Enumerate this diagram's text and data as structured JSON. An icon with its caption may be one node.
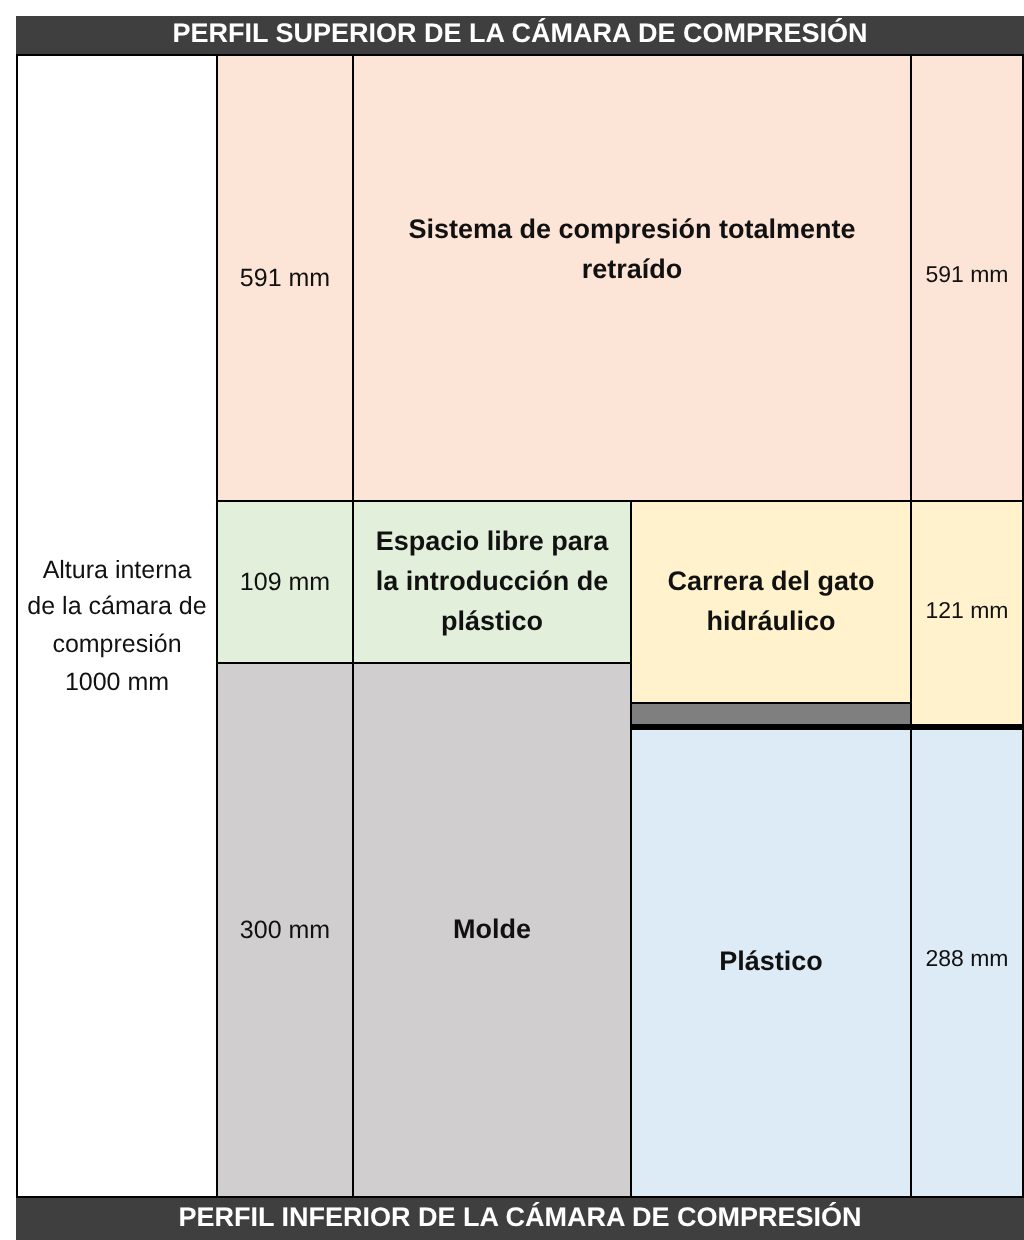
{
  "diagram": {
    "nodes": [
      {
        "text": [
          "PERFIL SUPERIOR DE LA CÁMARA DE COMPRESIÓN"
        ]
      },
      {
        "text": [
          "Altura interna de la cámara de compresión 1000 mm"
        ]
      },
      {
        "text": [
          "591 mm"
        ]
      },
      {
        "text": [
          "Sistema de compresión totalmente retraído"
        ]
      },
      {
        "text": [
          "591 mm"
        ]
      },
      {
        "text": [
          "109 mm"
        ]
      },
      {
        "text": [
          "Espacio libre para la introducción de plástico"
        ]
      },
      {
        "text": [
          "Carrera del gato hidráulico"
        ]
      },
      {
        "text": [
          "121 mm"
        ]
      },
      {
        "text": [],
        "shape": "bar"
      },
      {
        "text": [
          "300 mm"
        ]
      },
      {
        "text": [
          "Molde"
        ]
      },
      {
        "text": [
          "Plástico"
        ]
      },
      {
        "text": [
          "288 mm"
        ]
      },
      {
        "text": [
          "PERFIL INFERIOR DE LA CÁMARA DE COMPRESIÓN"
        ]
      }
    ],
    "edges": []
  }
}
